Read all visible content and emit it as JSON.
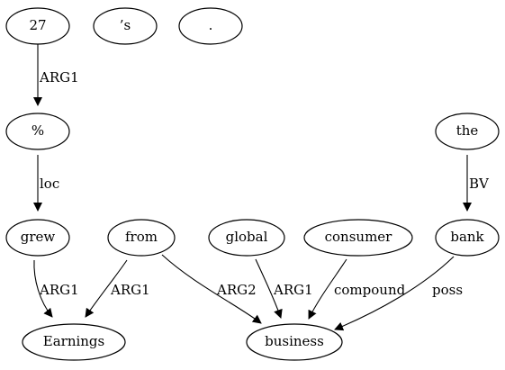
{
  "nodes": {
    "n27": "27",
    "ns": "’s",
    "nperiod": ".",
    "npct": "%",
    "nthe": "the",
    "ngrew": "grew",
    "nfrom": "from",
    "nglobal": "global",
    "nconsumer": "consumer",
    "nbank": "bank",
    "nearnings": "Earnings",
    "nbusiness": "business"
  },
  "edges": {
    "e27_pct": "ARG1",
    "epct_grew": "loc",
    "ethe_bank": "BV",
    "egrew_earnings": "ARG1",
    "efrom_earnings": "ARG1",
    "efrom_business": "ARG2",
    "eglobal_business": "ARG1",
    "econsumer_business": "compound",
    "ebank_business": "poss"
  },
  "colors": {
    "stroke": "#000000",
    "fill": "#ffffff"
  }
}
